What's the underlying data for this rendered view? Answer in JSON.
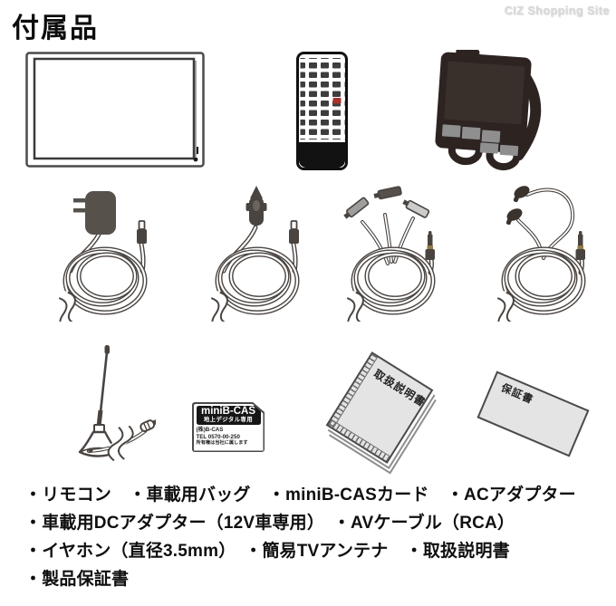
{
  "header": {
    "title": "付属品",
    "watermark": "CIZ Shopping Site"
  },
  "bcas_card": {
    "line1": "miniB-CAS",
    "line2": "地上デジタル専用",
    "line3": "(株)B-CAS",
    "line4": "TEL 0570-00-250",
    "line5": "所有権は当社に属します"
  },
  "manual": {
    "title": "取扱説明書"
  },
  "warranty": {
    "title": "保証書"
  },
  "accessory_list": {
    "line1": "・リモコン　・車載用バッグ　・miniB-CASカード　・ACアダプター",
    "line2": "・車載用DCアダプター（12V車専用）　・AVケーブル（RCA）",
    "line3": "・イヤホン（直径3.5mm）　・簡易TVアンテナ　・取扱説明書",
    "line4": "・製品保証書"
  },
  "colors": {
    "line_art": "#4a4440",
    "bag_body": "#2d2422",
    "bag_pocket": "#8f8f8f",
    "remote_red_button": "#a8322c",
    "paper_gray": "#e4e4e4",
    "watermark_gray": "#d9d9d9",
    "plug_gold": "#8f7b46"
  }
}
